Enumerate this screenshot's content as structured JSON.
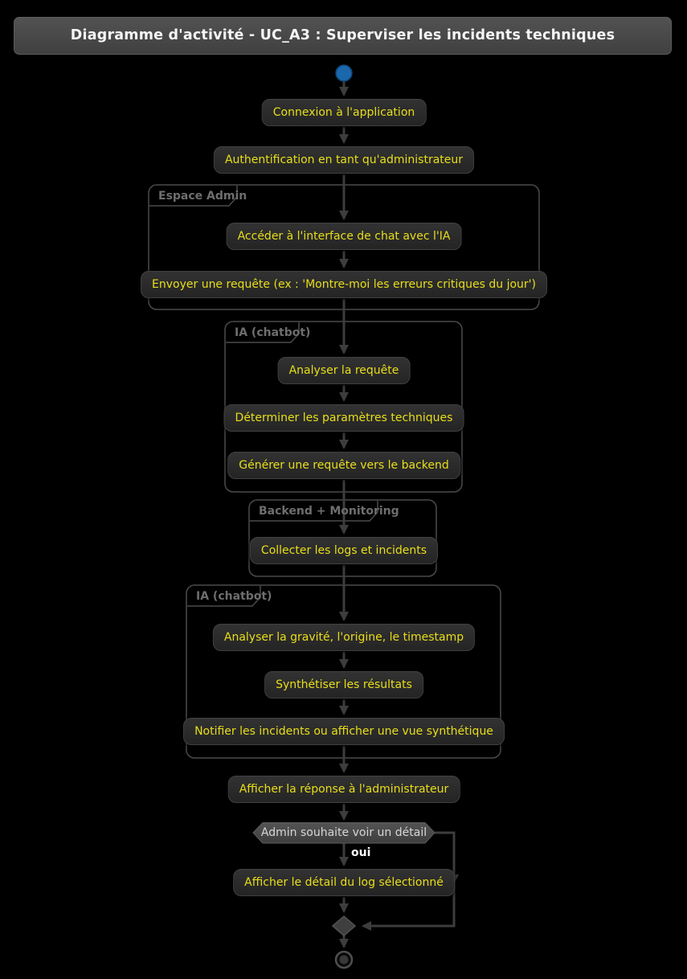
{
  "title": "Diagramme d'activité - UC_A3 : Superviser les incidents techniques",
  "flow": {
    "connexion": "Connexion à l'application",
    "authentification": "Authentification en tant qu'administrateur"
  },
  "partitions": [
    {
      "label": "Espace Admin",
      "activities": [
        "Accéder à l'interface de chat avec l'IA",
        "Envoyer une requête (ex : 'Montre-moi les erreurs critiques du jour')"
      ]
    },
    {
      "label": "IA (chatbot)",
      "activities": [
        "Analyser la requête",
        "Déterminer les paramètres techniques",
        "Générer une requête vers le backend"
      ]
    },
    {
      "label": "Backend + Monitoring",
      "activities": [
        "Collecter les logs et incidents"
      ]
    },
    {
      "label": "IA (chatbot)",
      "activities": [
        "Analyser la gravité, l'origine, le timestamp",
        "Synthétiser les résultats",
        "Notifier les incidents ou afficher une vue synthétique"
      ]
    }
  ],
  "post": {
    "afficher_reponse": "Afficher la réponse à l'administrateur",
    "decision": "Admin souhaite voir un détail",
    "decision_yes": "oui",
    "afficher_detail": "Afficher le détail du log sélectionné"
  },
  "colors": {
    "background": "#000000",
    "activity_text": "#e8de1a",
    "activity_fill": "#2b2b2b",
    "activity_border": "#404040",
    "arrow": "#3d3d3d",
    "partition_border": "#4a4a4a",
    "partition_label": "#6e6e6e",
    "decision_fill": "#4a4a4a",
    "decision_text": "#d6d6d6",
    "start_node": "#1a67ac",
    "title_bar_fill": "#494949",
    "title_text": "#f5f5f5"
  }
}
